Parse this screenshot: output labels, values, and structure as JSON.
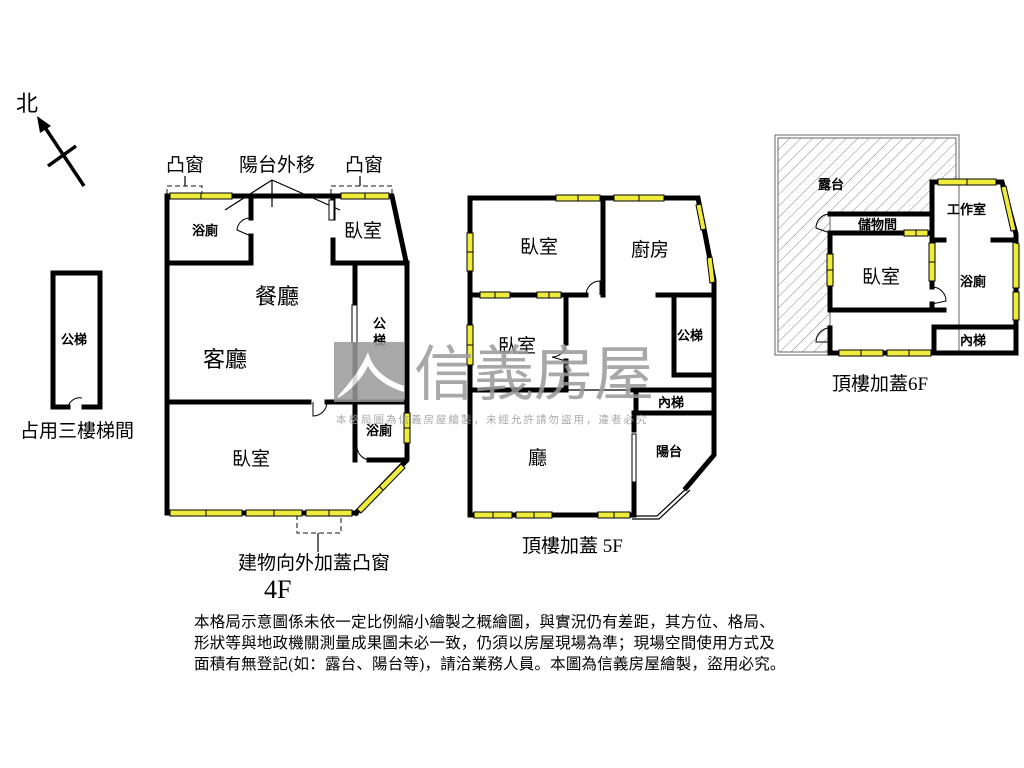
{
  "compass": {
    "north_label": "北",
    "icon": "north-arrow-icon"
  },
  "stairwell_3f": {
    "room": "公梯",
    "caption": "占用三樓梯間"
  },
  "floor_4f": {
    "floor_label": "4F",
    "annotations": {
      "bay_window_left": "凸窗",
      "balcony_moved": "陽台外移",
      "bay_window_right": "凸窗",
      "bay_window_added": "建物向外加蓋凸窗"
    },
    "rooms": {
      "bath_top": "浴廁",
      "bedroom_top": "臥室",
      "dining": "餐廳",
      "living": "客廳",
      "public_stair_1": "公",
      "public_stair_2": "梯",
      "bath_small": "浴廁",
      "bedroom_bottom": "臥室"
    }
  },
  "floor_5f": {
    "floor_label": "頂樓加蓋 5F",
    "rooms": {
      "bedroom_top": "臥室",
      "kitchen": "廚房",
      "bedroom_small": "臥室",
      "public_stair": "公梯",
      "inner_stair": "內梯",
      "hall": "廳",
      "balcony": "陽台"
    }
  },
  "floor_6f": {
    "floor_label": "頂樓加蓋6F",
    "rooms": {
      "terrace": "露台",
      "storage": "儲物間",
      "workroom": "工作室",
      "bedroom": "臥室",
      "bath": "浴廁",
      "inner_stair": "內梯"
    }
  },
  "watermark": {
    "brand": "信義房屋",
    "notice": "本格局圖為信義房屋繪製，未經允許請勿盜用，違者必究"
  },
  "disclaimer": {
    "lines": [
      "本格局示意圖係未依一定比例縮小繪製之概繪圖，與實況仍有差距，其方位、格局、",
      "形狀等與地政機關測量成果圖未必一致，仍須以房屋現場為準；現場空間使用方式及",
      "面積有無登記(如：露台、陽台等)，請洽業務人員。本圖為信義房屋繪製，盜用必究。"
    ]
  },
  "colors": {
    "wall": "#000000",
    "window": "#f0ec3c",
    "watermark": "#9a9a9a"
  }
}
